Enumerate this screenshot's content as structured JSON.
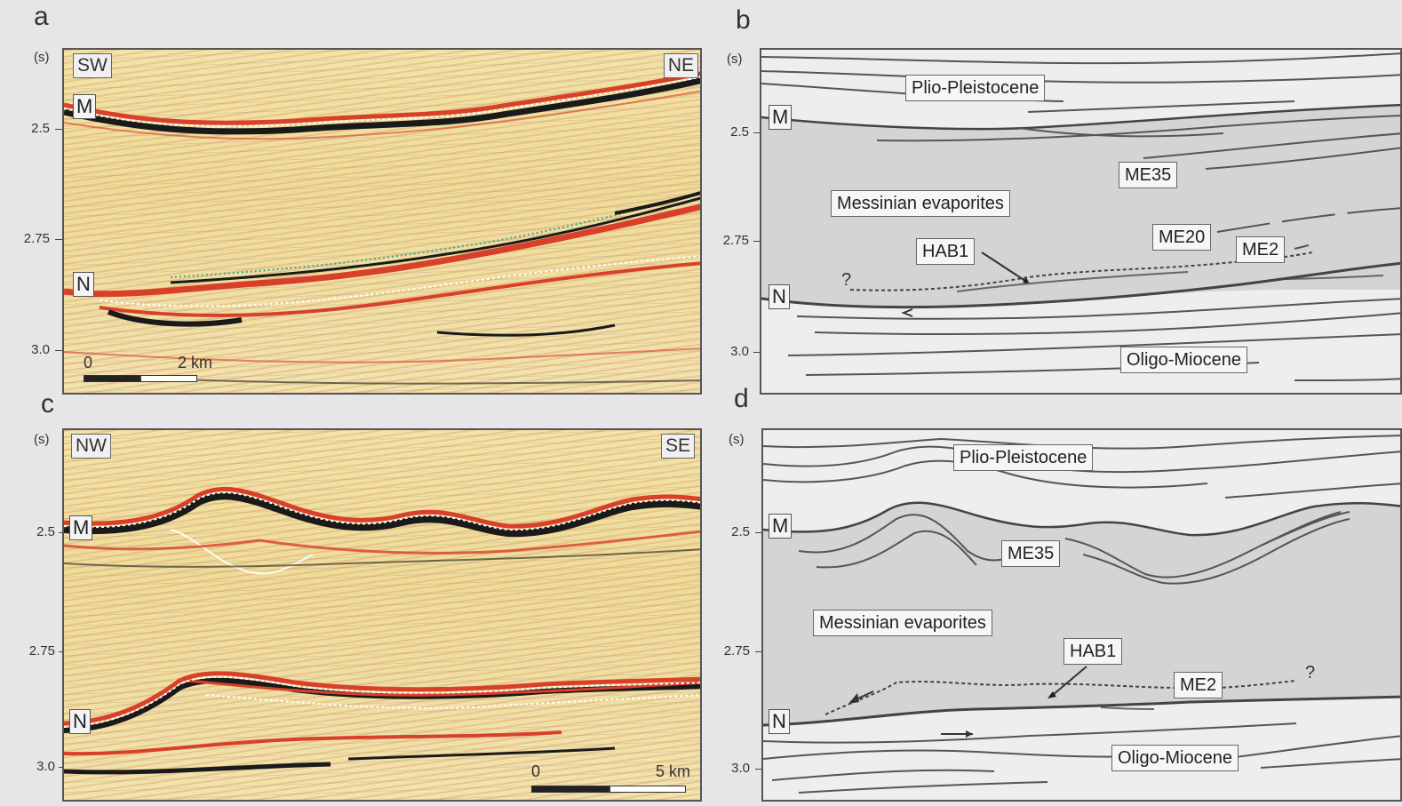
{
  "panels": {
    "a": {
      "letter": "a",
      "unit": "(s)",
      "ticks": [
        "2.5",
        "2.75",
        "3.0"
      ],
      "dir_left": "SW",
      "dir_right": "NE",
      "horizon_top": "M",
      "horizon_bottom": "N",
      "scale_zero": "0",
      "scale_label": "2 km"
    },
    "b": {
      "letter": "b",
      "unit": "(s)",
      "ticks": [
        "2.5",
        "2.75",
        "3.0"
      ],
      "horizon_top": "M",
      "horizon_bottom": "N",
      "labels": {
        "plio": "Plio-Pleistocene",
        "messinian": "Messinian evaporites",
        "me35": "ME35",
        "me20": "ME20",
        "me2": "ME2",
        "hab1": "HAB1",
        "oligo": "Oligo-Miocene",
        "q1": "?"
      }
    },
    "c": {
      "letter": "c",
      "unit": "(s)",
      "ticks": [
        "2.5",
        "2.75",
        "3.0"
      ],
      "dir_left": "NW",
      "dir_right": "SE",
      "horizon_top": "M",
      "horizon_bottom": "N",
      "scale_zero": "0",
      "scale_label": "5 km"
    },
    "d": {
      "letter": "d",
      "unit": "(s)",
      "ticks": [
        "2.5",
        "2.75",
        "3.0"
      ],
      "horizon_top": "M",
      "horizon_bottom": "N",
      "labels": {
        "plio": "Plio-Pleistocene",
        "messinian": "Messinian evaporites",
        "me35": "ME35",
        "me2": "ME2",
        "hab1": "HAB1",
        "oligo": "Oligo-Miocene",
        "q1": "?"
      }
    }
  },
  "colors": {
    "evaporite_fill": "#d4d4d6",
    "interp_bg": "#eeeeef",
    "line": "#555555",
    "seismic_red": "#d9402a",
    "seismic_black": "#1a1a1a"
  }
}
